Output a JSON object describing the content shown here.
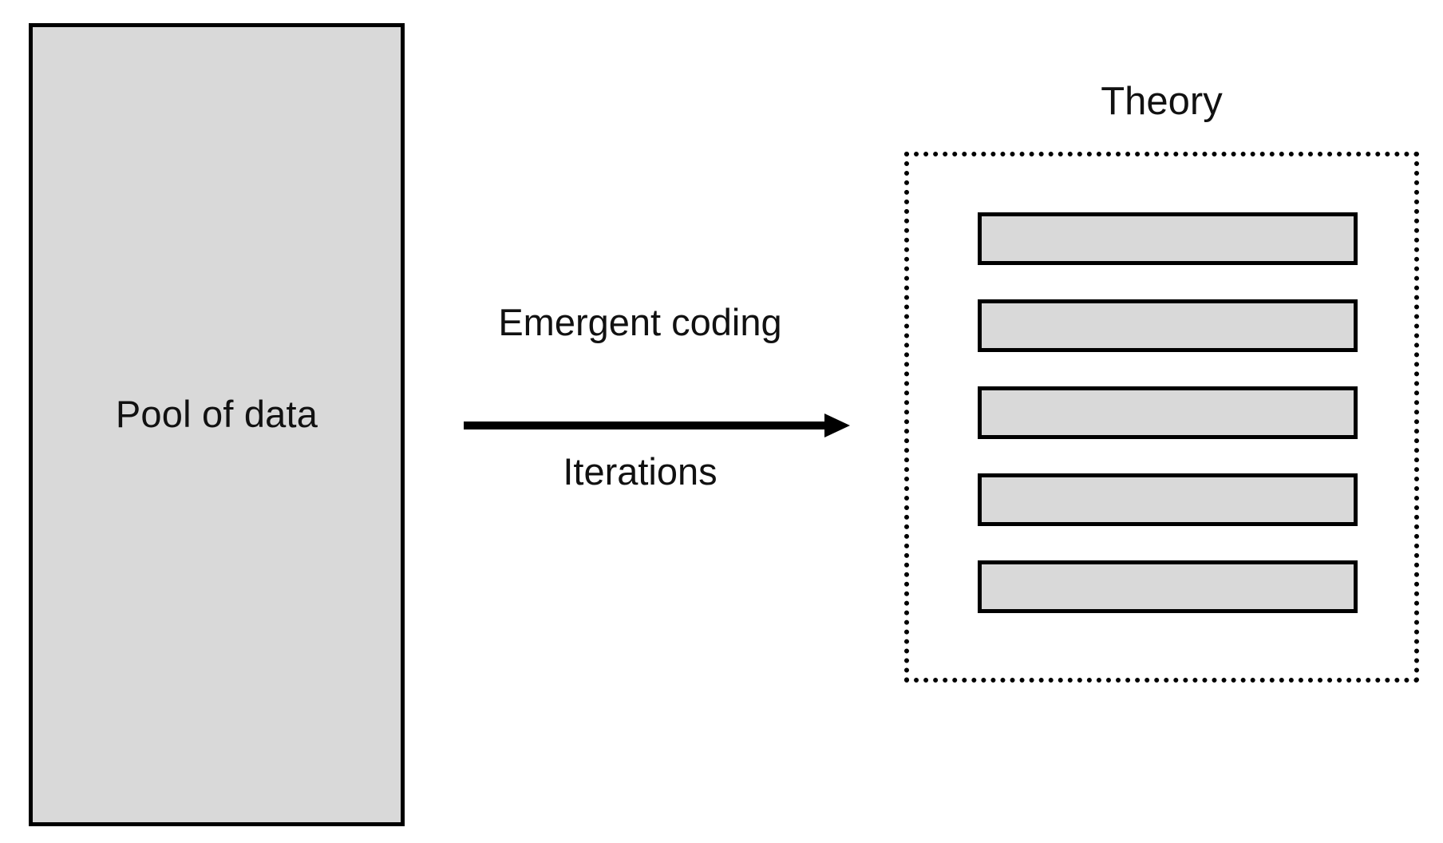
{
  "diagram": {
    "title": "Emergent coding process from pool of data to theory",
    "type": "process-flow",
    "background_color": "#ffffff",
    "fill_color": "#d9d9d9",
    "stroke_color": "#000000"
  },
  "source_block": {
    "label": "Pool of data",
    "shape": "rectangle",
    "fill": "#d9d9d9",
    "border": "solid"
  },
  "arrow": {
    "label_top": "Emergent coding",
    "label_bottom": "Iterations",
    "direction": "left-to-right",
    "color": "#000000"
  },
  "target_group": {
    "title": "Theory",
    "border_style": "dotted",
    "items": [
      {
        "label": ""
      },
      {
        "label": ""
      },
      {
        "label": ""
      },
      {
        "label": ""
      },
      {
        "label": ""
      }
    ]
  }
}
